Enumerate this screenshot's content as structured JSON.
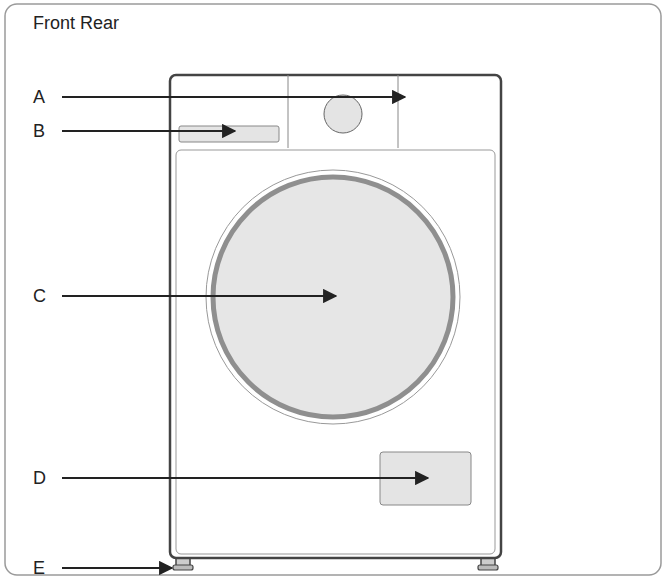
{
  "diagram": {
    "title": "Front Rear",
    "labels": [
      "A",
      "B",
      "C",
      "D",
      "E"
    ]
  }
}
